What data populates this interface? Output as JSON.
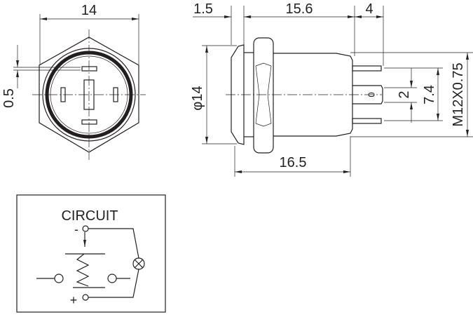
{
  "front_view": {
    "width_dim": "14",
    "slot_dim": "0.5"
  },
  "side_view": {
    "flange_dim": "1.5",
    "body_dim": "15.6",
    "pin_dim": "4",
    "diameter_dim": "φ14",
    "overall_dim": "16.5",
    "center_pin_gap_dim": "2",
    "pin_span_dim": "7.4",
    "thread_dim": "M12X0.75",
    "terminal_label": "0"
  },
  "circuit": {
    "title": "CIRCUIT",
    "minus": "-",
    "plus": "+"
  }
}
